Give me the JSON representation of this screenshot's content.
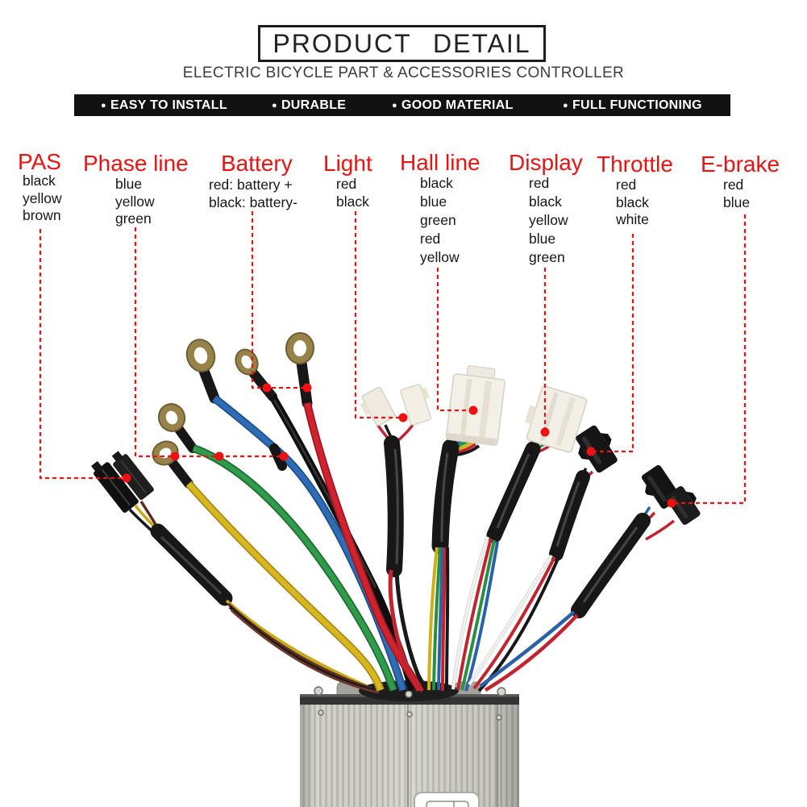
{
  "header": {
    "title": "PRODUCT  DETAIL",
    "subtitle": "ELECTRIC BICYCLE PART & ACCESSORIES CONTROLLER",
    "bullet": "●",
    "features": [
      "EASY TO INSTALL",
      "DURABLE",
      "GOOD MATERIAL",
      "FULL FUNCTIONING"
    ]
  },
  "labels": [
    {
      "name": "PAS",
      "wires": [
        "black",
        "yellow",
        "brown"
      ]
    },
    {
      "name": "Phase line",
      "wires": [
        "blue",
        "yellow",
        "green"
      ]
    },
    {
      "name": "Battery",
      "wires": [
        "red: battery +",
        "black: battery-"
      ]
    },
    {
      "name": "Light",
      "wires": [
        "red",
        "black"
      ]
    },
    {
      "name": "Hall line",
      "wires": [
        "black",
        "blue",
        "green",
        "red",
        "yellow"
      ]
    },
    {
      "name": "Display",
      "wires": [
        "red",
        "black",
        "yellow",
        "blue",
        "green"
      ]
    },
    {
      "name": "Throttle",
      "wires": [
        "red",
        "black",
        "white"
      ]
    },
    {
      "name": "E-brake",
      "wires": [
        "red",
        "blue"
      ]
    }
  ],
  "colors": {
    "heading_red": "#e81414",
    "leader_red": "#ee1111",
    "bar_bg": "#121212",
    "bar_text": "#ffffff",
    "wire_red": "#c1242e",
    "wire_blue": "#2a62a8",
    "wire_green": "#2a8f43",
    "wire_yellow": "#d2b11c",
    "wire_black": "#181818",
    "wire_brown": "#5c2e22",
    "wire_white": "#eeeeea",
    "brass_terminal": "#97834a",
    "connector_white": "#f3f0e7",
    "connector_black": "#151515",
    "controller_silver": "#cfcfc8"
  }
}
